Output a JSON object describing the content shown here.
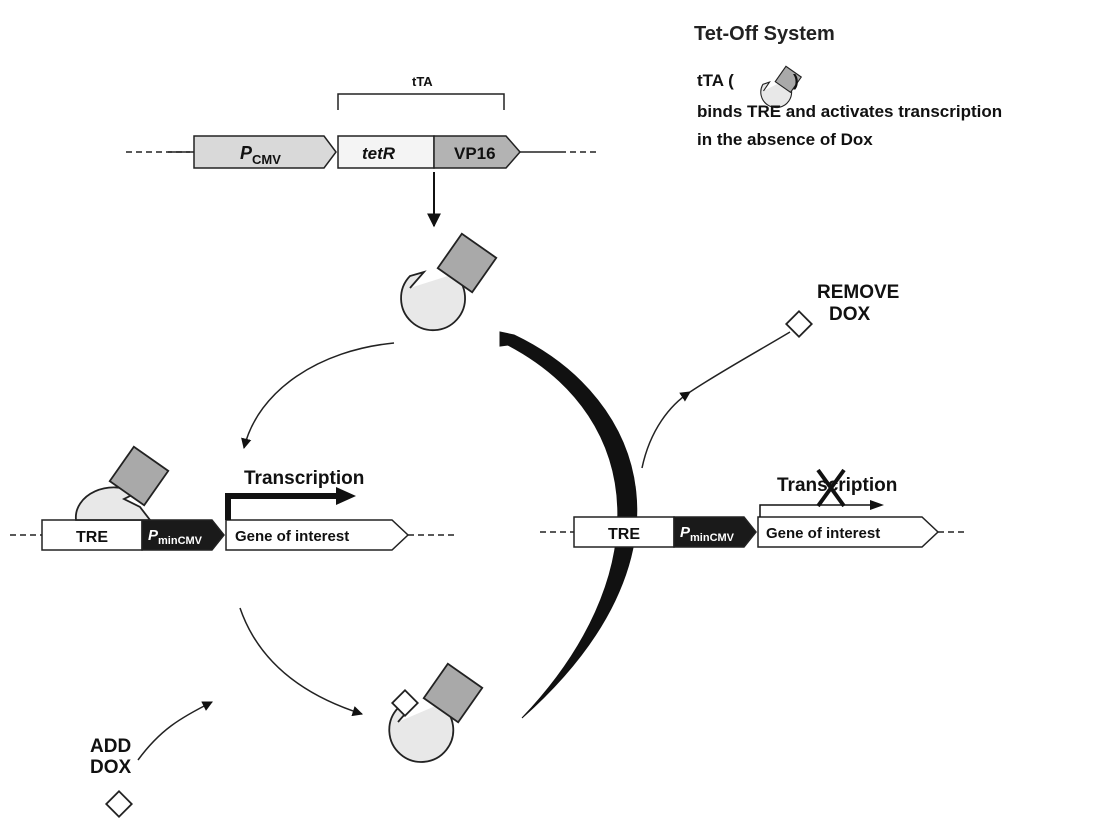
{
  "legend": {
    "title": "Tet-Off System",
    "tta_prefix": "tTA (",
    "tta_suffix": ")",
    "line2": "binds TRE and activates transcription",
    "line3": "in the absence of Dox"
  },
  "construct": {
    "bracket_label": "tTA",
    "promoter_main": "P",
    "promoter_sub": "CMV",
    "tetR": "tetR",
    "vp16": "VP16"
  },
  "left_reporter": {
    "tre": "TRE",
    "promoter_main": "P",
    "promoter_sub": "minCMV",
    "gene": "Gene of interest",
    "transcription": "Transcription"
  },
  "right_reporter": {
    "tre": "TRE",
    "promoter_main": "P",
    "promoter_sub": "minCMV",
    "gene": "Gene of interest",
    "transcription": "Transcription"
  },
  "add_dox": {
    "line1": "ADD",
    "line2": "DOX"
  },
  "remove_dox": {
    "line1": "REMOVE",
    "line2": "DOX"
  },
  "colors": {
    "promoter_gray": "#d9d9d9",
    "vp16_gray": "#b3b3b3",
    "tetr_light": "#ececec",
    "pmin_black": "#1a1a1a",
    "stroke": "#222222"
  }
}
